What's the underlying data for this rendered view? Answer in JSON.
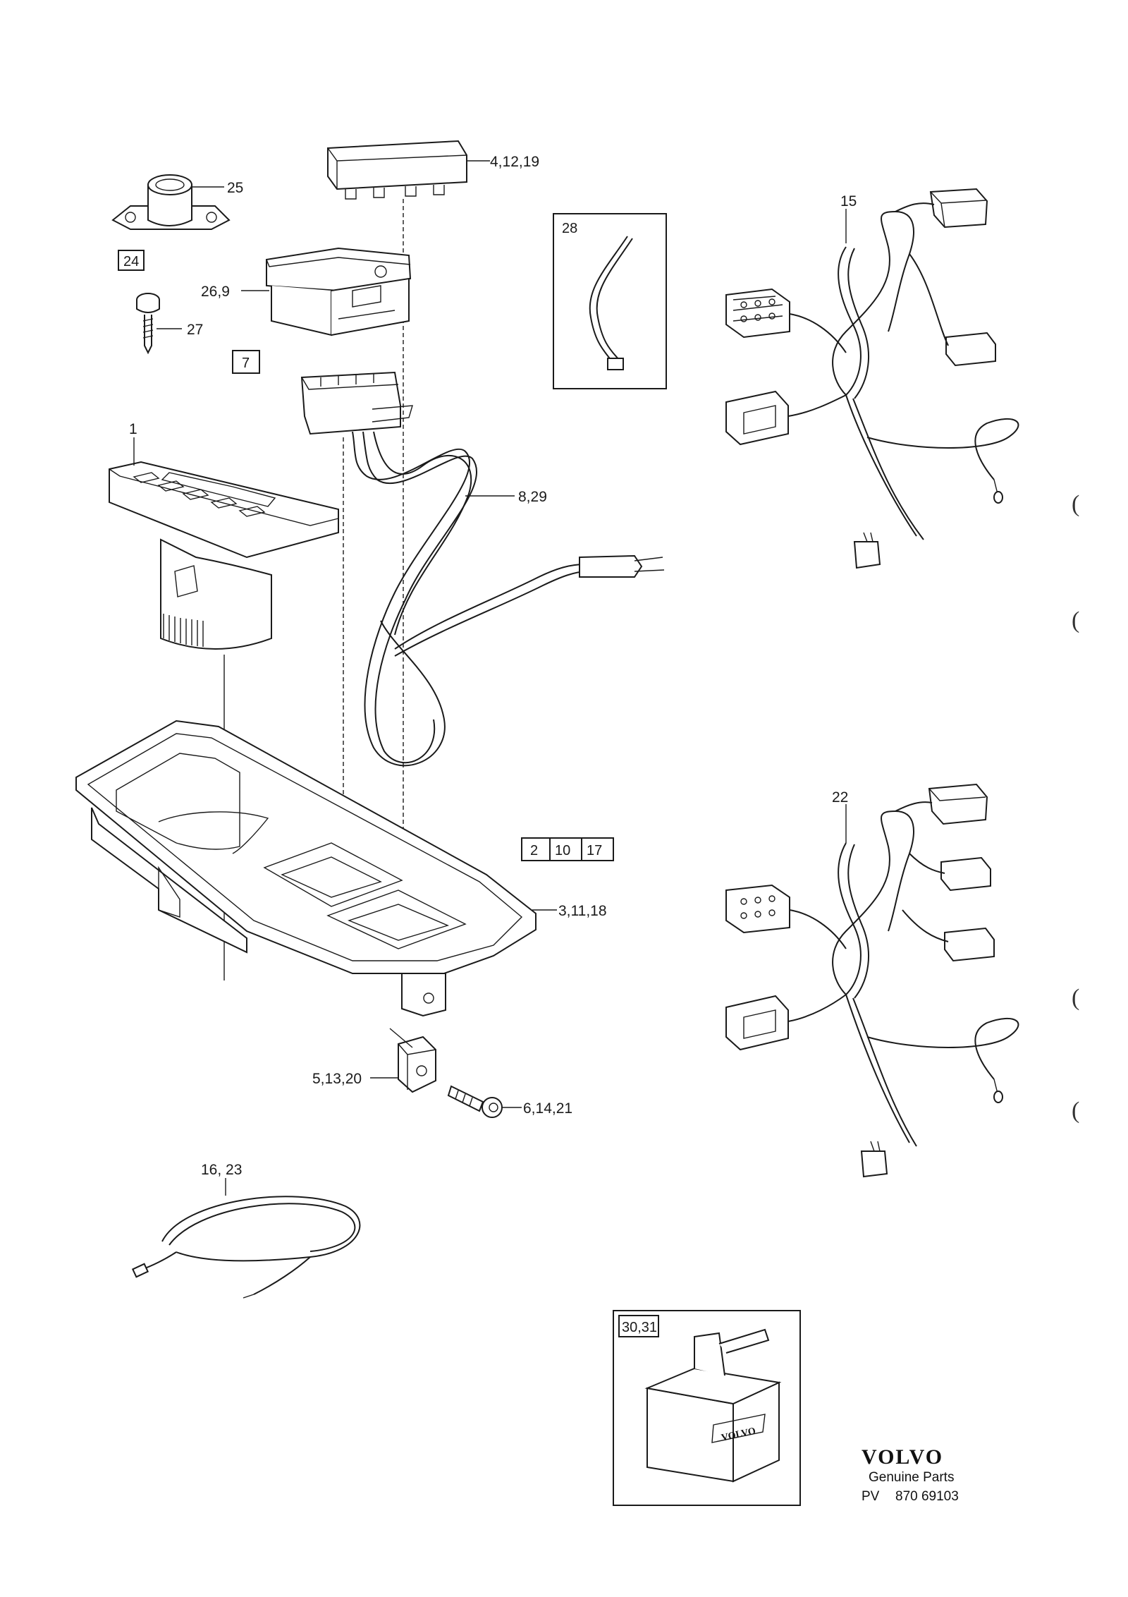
{
  "labels": {
    "p25": "25",
    "p4_12_19": "4,12,19",
    "p26_9": "26,9",
    "p27": "27",
    "p1": "1",
    "p8_29": "8,29",
    "p15": "15",
    "p22": "22",
    "p3_11_18": "3,11,18",
    "p5_13_20": "5,13,20",
    "p6_14_21": "6,14,21",
    "p16_23": "16, 23"
  },
  "boxed": {
    "b24": "24",
    "b7": "7",
    "b28": "28",
    "b2": "2",
    "b10": "10",
    "b17": "17",
    "b30_31": "30,31"
  },
  "footer": {
    "brand": "VOLVO",
    "subtitle": "Genuine Parts",
    "code_prefix": "PV",
    "code": "870 69103"
  },
  "box_print": "VOLVO",
  "margin_marks": [
    "(",
    "(",
    "(",
    "("
  ]
}
